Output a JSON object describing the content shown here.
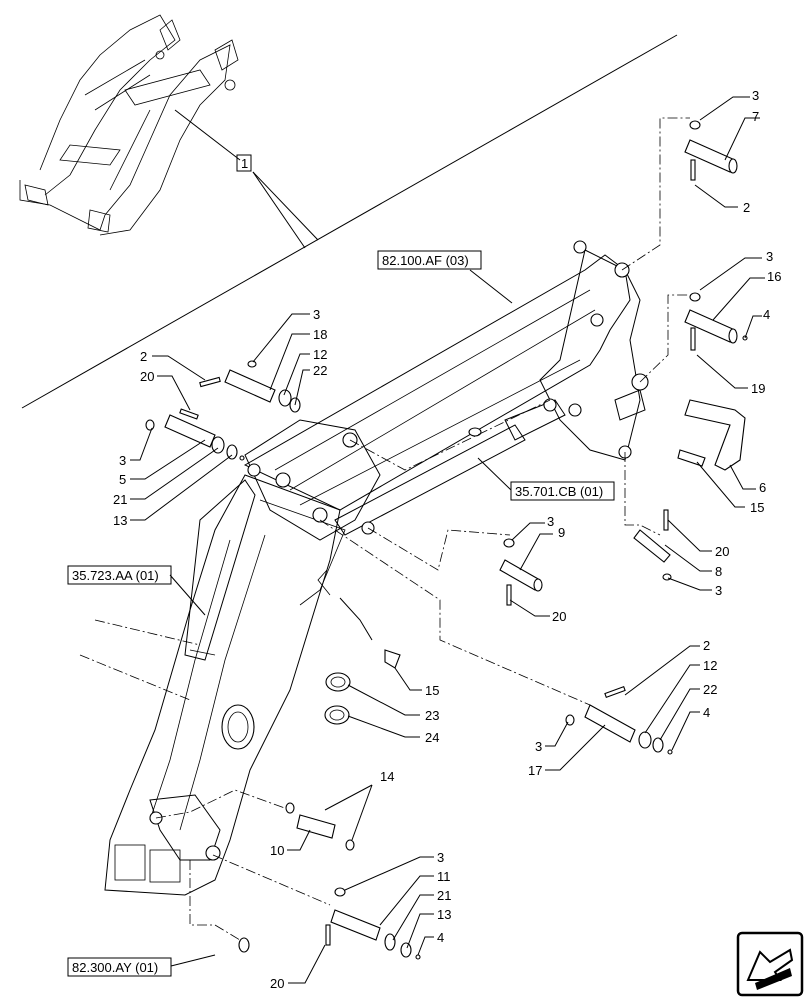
{
  "refs": {
    "r1": "82.100.AF (03)",
    "r2": "35.701.CB (01)",
    "r3": "35.723.AA (01)",
    "r4": "82.300.AY (01)"
  },
  "inset_label": "1",
  "callouts": {
    "c3a": "3",
    "c7": "7",
    "c2a": "2",
    "c3b": "3",
    "c16": "16",
    "c4a": "4",
    "c19": "19",
    "c6": "6",
    "c15a": "15",
    "c20a": "20",
    "c8": "8",
    "c3c": "3",
    "c3d": "3",
    "c9": "9",
    "c20b": "20",
    "c2b": "2",
    "c12a": "12",
    "c22a": "22",
    "c4b": "4",
    "c3e": "3",
    "c17": "17",
    "c15b": "15",
    "c23": "23",
    "c24": "24",
    "c14": "14",
    "c10": "10",
    "c3f": "3",
    "c11": "11",
    "c21a": "21",
    "c13a": "13",
    "c4c": "4",
    "c20c": "20",
    "c3g": "3",
    "c18": "18",
    "c2c": "2",
    "c12b": "12",
    "c20d": "20",
    "c22b": "22",
    "c3h": "3",
    "c5": "5",
    "c21b": "21",
    "c13b": "13"
  },
  "icons": {
    "corner": "next-page-arrow-icon"
  }
}
